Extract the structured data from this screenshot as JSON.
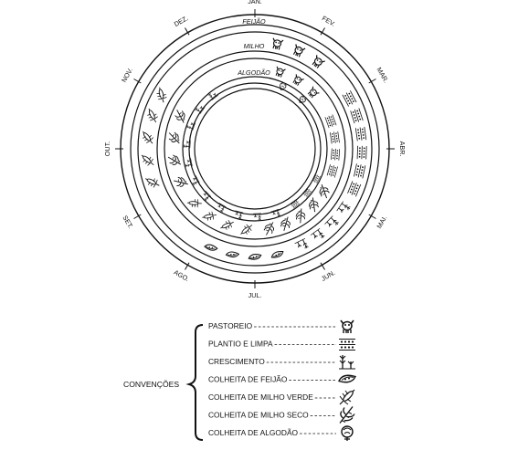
{
  "months": [
    "JAN.",
    "FEV.",
    "MAR.",
    "ABR.",
    "MAI.",
    "JUN.",
    "JUL.",
    "AGO.",
    "SET.",
    "OUT.",
    "NOV.",
    "DEZ."
  ],
  "rings": {
    "feijao": "FEIJÃO",
    "milho": "MILHO",
    "algodao": "ALGODÃO"
  },
  "legend": {
    "title": "CONVENÇÕES",
    "items": [
      {
        "label": "PASTOREIO",
        "icon": "pastoreio-icon"
      },
      {
        "label": "PLANTIO E LIMPA",
        "icon": "plantio-limpa-icon"
      },
      {
        "label": "CRESCIMENTO",
        "icon": "crescimento-icon"
      },
      {
        "label": "COLHEITA DE FEIJÃO",
        "icon": "colheita-feijao-icon"
      },
      {
        "label": "COLHEITA DE MILHO VERDE",
        "icon": "colheita-milho-verde-icon"
      },
      {
        "label": "COLHEITA DE MILHO SECO",
        "icon": "colheita-milho-seco-icon"
      },
      {
        "label": "COLHEITA DE ALGODÃO",
        "icon": "colheita-algodao-icon"
      }
    ]
  },
  "colors": {
    "ink": "#111111",
    "paper": "#ffffff"
  }
}
